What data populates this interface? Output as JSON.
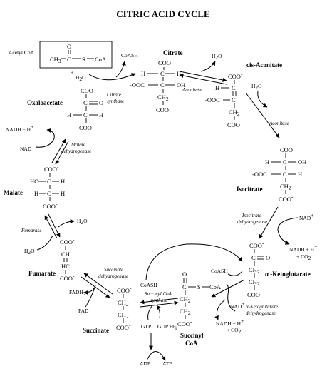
{
  "title": "CITRIC ACID CYCLE",
  "acetylcoa": {
    "label": "Acetyl CoA",
    "ch3": "CH",
    "sub3": "3",
    "o": "O",
    "s": "S",
    "coa": "CoA",
    "c": "C"
  },
  "citrate_step": {
    "coash": "CoASH",
    "h2o": "H",
    "h2o_sub": "2",
    "h2o_o": "O",
    "enzyme_line1": "Citrate",
    "enzyme_line2": "synthase"
  },
  "citrate": {
    "name": "Citrate",
    "r1": "COO",
    "r2a": "H",
    "r2b": "C",
    "r2c": "H",
    "r3a": "-OOC",
    "r3b": "C",
    "r3c": "OH",
    "r4": "CH",
    "r4sub": "2",
    "r5": "COO"
  },
  "aconitase1": {
    "enzyme": "Aconitase",
    "h2o": "H",
    "h2o_sub": "2",
    "h2o_o": "O"
  },
  "cisaconitate": {
    "name": "cis-Aconitate",
    "r1": "COO",
    "r2a": "H",
    "r2b": "C",
    "r3a": "-OOC",
    "r3b": "C",
    "r4": "CH",
    "r4sub": "2",
    "r5": "COO"
  },
  "aconitase2": {
    "enzyme": "Aconitase",
    "h2o": "H",
    "h2o_sub": "2",
    "h2o_o": "O"
  },
  "isocitrate": {
    "name": "Isocitrate",
    "r1": "COO",
    "r2a": "H",
    "r2b": "C",
    "r2c": "OH",
    "r3a": "-OOC",
    "r3b": "C",
    "r3c": "H",
    "r4": "CH",
    "r4sub": "2",
    "r5": "COO"
  },
  "idh": {
    "enzyme_line1": "Isocitrate",
    "enzyme_line2": "dehydrogenase",
    "nad": "NAD",
    "nadh": "NADH + H",
    "co2": "+ CO",
    "co2sub": "2"
  },
  "akg": {
    "name": "α -Ketoglutarate",
    "r1": "COO",
    "r2a": "C",
    "r2b": "O",
    "r3": "CH",
    "r3sub": "2",
    "r4": "CH",
    "r4sub": "2",
    "r5": "COO"
  },
  "akgdh": {
    "coash": "CoASH",
    "nad": "NAD",
    "nadh": "NADH + H",
    "co2": "+ CO",
    "co2sub": "2",
    "enzyme_line1": "α-Ketoglutarate",
    "enzyme_line2": "dehydrogenase"
  },
  "succinylcoa": {
    "name_line1": "Succinyl",
    "name_line2": "CoA",
    "o": "O",
    "c": "C",
    "s": "S",
    "coa": "CoA",
    "r3": "CH",
    "r3sub": "2",
    "r4": "CH",
    "r4sub": "2",
    "r5": "COO"
  },
  "scs": {
    "enzyme_line1": "Succinyl CoA",
    "enzyme_line2": "synthase",
    "coash": "CoASH",
    "gtp": "GTP",
    "gdp": "GDP +P",
    "gdp_sub": "i",
    "adp": "ADP",
    "atp": "ATP"
  },
  "succinate": {
    "name": "Succinate",
    "r1": "COO",
    "r2": "CH",
    "r2sub": "2",
    "r3": "CH",
    "r3sub": "2",
    "r4": "COO"
  },
  "sdh": {
    "enzyme_line1": "Succinate",
    "enzyme_line2": "dehydrogenase",
    "fadh2": "FADH",
    "fadh2sub": "2",
    "fad": "FAD"
  },
  "fumarate": {
    "name": "Fumarate",
    "r1": "COO",
    "r2": "CH",
    "r3": "HC",
    "r4": "COO"
  },
  "fumarase": {
    "enzyme": "Fumarase",
    "h2o_top": "H",
    "h2o_top_sub": "2",
    "h2o_top_o": "O",
    "h2o_bot": "H",
    "h2o_bot_sub": "2",
    "h2o_bot_o": "O"
  },
  "malate": {
    "name": "Malate",
    "r1": "COO",
    "r2a": "HO",
    "r2b": "C",
    "r2c": "H",
    "r3a": "H",
    "r3b": "C",
    "r3c": "H",
    "r4": "COO"
  },
  "mdh": {
    "enzyme_line1": "Malate",
    "enzyme_line2": "dehydrogenase",
    "nadh": "NADH + H",
    "nad": "NAD"
  },
  "oxaloacetate": {
    "name": "Oxaloacetate",
    "r1": "COO",
    "r2a": "C",
    "r2b": "O",
    "r3a": "H",
    "r3b": "C",
    "r3c": "H",
    "r4": "COO"
  },
  "charges": {
    "minus": "-",
    "plus": "+"
  }
}
